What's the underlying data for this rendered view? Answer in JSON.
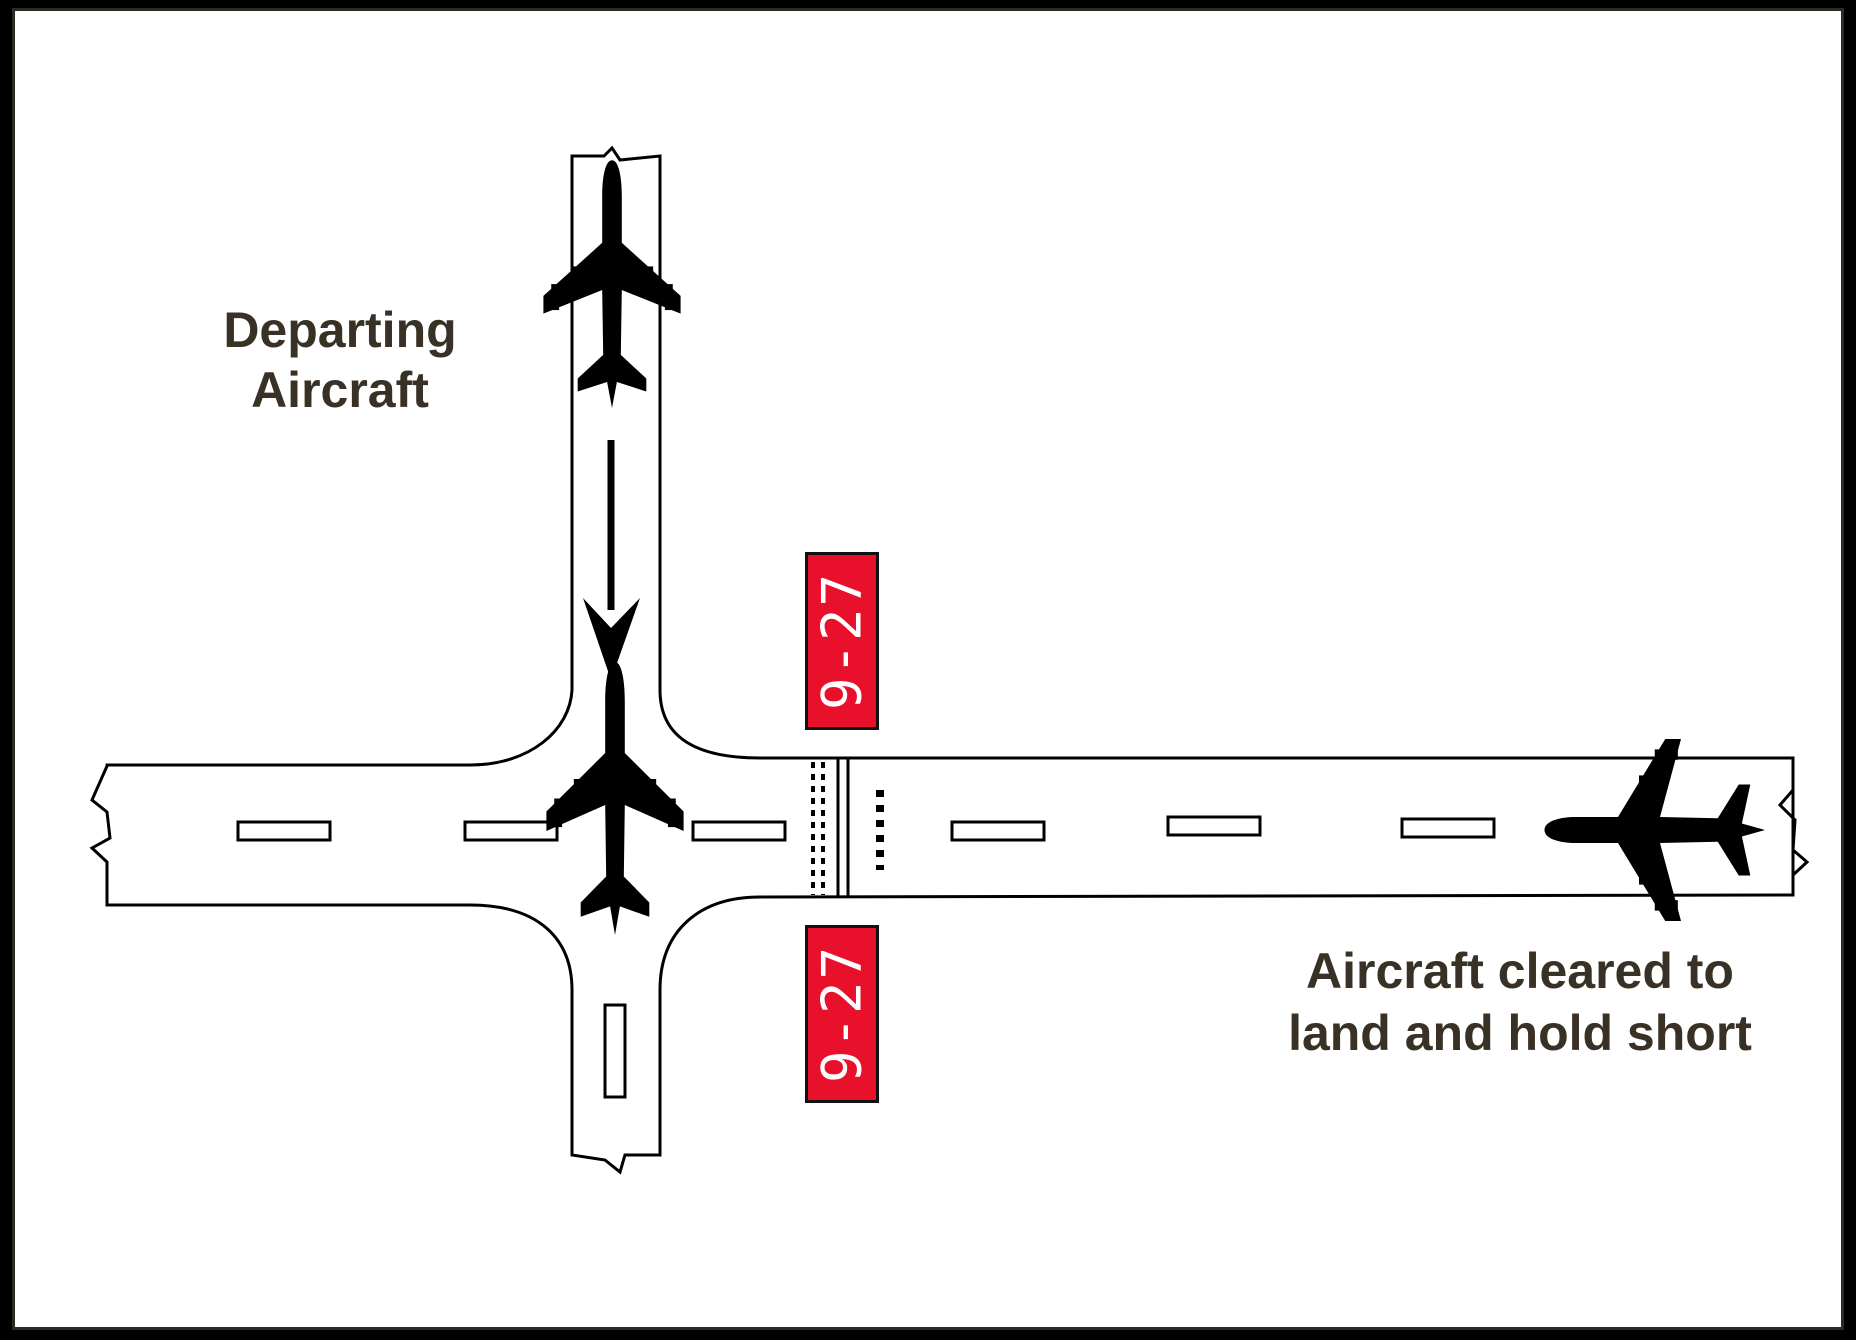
{
  "labels": {
    "departing_line1": "Departing",
    "departing_line2": "Aircraft",
    "hold_line1": "Aircraft cleared to",
    "hold_line2": "land and hold short"
  },
  "signs": {
    "top": "9-27",
    "bottom": "9-27"
  },
  "icons": {
    "aircraft": "airplane-icon",
    "arrow": "arrow-down-icon"
  },
  "colors": {
    "sign_bg": "#e8102a",
    "sign_text": "#ffffff",
    "text": "#3a3126",
    "ink": "#000000"
  }
}
